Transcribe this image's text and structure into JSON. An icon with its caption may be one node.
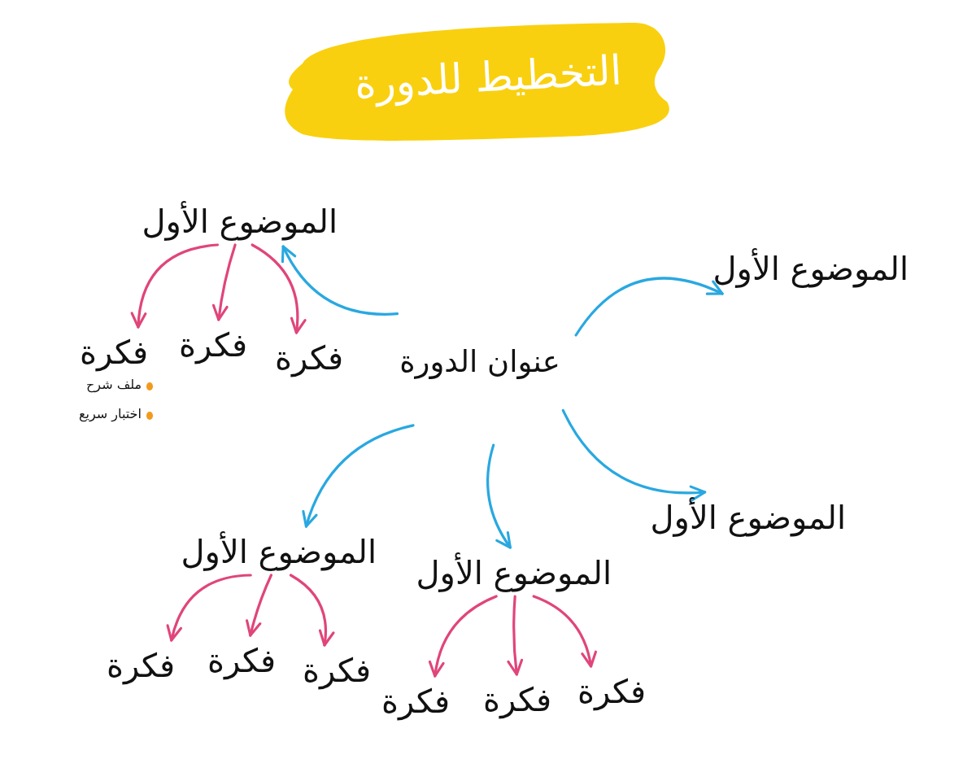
{
  "diagram": {
    "title": "التخطيط للدورة",
    "nodes": [
      {
        "text": [
          "عنوان الدورة"
        ]
      },
      {
        "text": [
          "الموضوع الأول"
        ]
      },
      {
        "text": [
          "الموضوع الأول"
        ]
      },
      {
        "text": [
          "الموضوع الأول"
        ]
      },
      {
        "text": [
          "الموضوع الأول"
        ]
      },
      {
        "text": [
          "الموضوع الأول"
        ]
      },
      {
        "text": [
          "فكرة"
        ],
        "beside": [
          "ملف شرح",
          "اختبار سريع"
        ]
      },
      {
        "text": [
          "فكرة"
        ]
      },
      {
        "text": [
          "فكرة"
        ]
      },
      {
        "text": [
          "فكرة"
        ]
      },
      {
        "text": [
          "فكرة"
        ]
      },
      {
        "text": [
          "فكرة"
        ]
      },
      {
        "text": [
          "فكرة"
        ]
      },
      {
        "text": [
          "فكرة"
        ]
      },
      {
        "text": [
          "فكرة"
        ]
      }
    ],
    "edges": [
      {
        "from": 0,
        "to": 1,
        "arrow": "to",
        "color": "#29a8e0"
      },
      {
        "from": 0,
        "to": 2,
        "arrow": "to",
        "color": "#29a8e0"
      },
      {
        "from": 0,
        "to": 3,
        "arrow": "to",
        "color": "#29a8e0"
      },
      {
        "from": 0,
        "to": 4,
        "arrow": "to",
        "color": "#29a8e0"
      },
      {
        "from": 0,
        "to": 5,
        "arrow": "to",
        "color": "#29a8e0"
      },
      {
        "from": 1,
        "to": 6,
        "arrow": "to"
      },
      {
        "from": 1,
        "to": 7,
        "arrow": "to"
      },
      {
        "from": 1,
        "to": 8,
        "arrow": "to"
      },
      {
        "from": 5,
        "to": 9,
        "arrow": "to"
      },
      {
        "from": 5,
        "to": 10,
        "arrow": "to"
      },
      {
        "from": 5,
        "to": 11,
        "arrow": "to"
      },
      {
        "from": 4,
        "to": 12,
        "arrow": "to"
      },
      {
        "from": 4,
        "to": 13,
        "arrow": "to"
      },
      {
        "from": 4,
        "to": 14,
        "arrow": "to"
      }
    ]
  }
}
